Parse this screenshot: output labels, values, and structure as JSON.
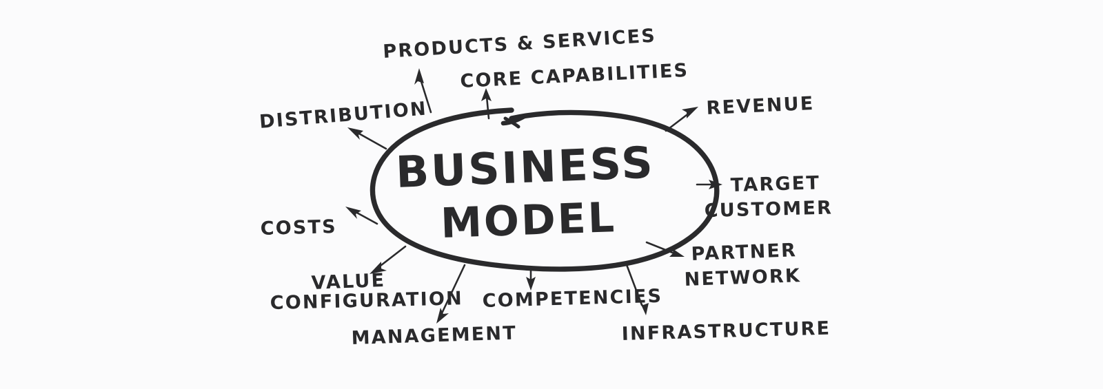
{
  "diagram": {
    "title": "Business Model",
    "type": "hand-drawn-mind-map",
    "ink_color": "#2a2a2c",
    "background_color": "#fbfbfc",
    "center": {
      "line1": "BUSINESS",
      "line2": "MODEL"
    },
    "labels": [
      {
        "id": "products-services",
        "text": "PRODUCTS & SERVICES",
        "lines": [
          "PRODUCTS & SERVICES"
        ]
      },
      {
        "id": "core-capabilities",
        "text": "CORE CAPABILITIES",
        "lines": [
          "CORE CAPABILITIES"
        ]
      },
      {
        "id": "distribution",
        "text": "DISTRIBUTION",
        "lines": [
          "DISTRIBUTION"
        ]
      },
      {
        "id": "revenue",
        "text": "REVENUE",
        "lines": [
          "REVENUE"
        ]
      },
      {
        "id": "target-customer",
        "text": "TARGET CUSTOMER",
        "lines": [
          "TARGET",
          "CUSTOMER"
        ]
      },
      {
        "id": "costs",
        "text": "COSTS",
        "lines": [
          "COSTS"
        ]
      },
      {
        "id": "partner-network",
        "text": "PARTNER NETWORK",
        "lines": [
          "PARTNER",
          "NETWORK"
        ]
      },
      {
        "id": "value-configuration",
        "text": "VALUE CONFIGURATION",
        "lines": [
          "VALUE",
          "CONFIGURATION"
        ]
      },
      {
        "id": "competencies",
        "text": "COMPETENCIES",
        "lines": [
          "COMPETENCIES"
        ]
      },
      {
        "id": "management",
        "text": "MANAGEMENT",
        "lines": [
          "MANAGEMENT"
        ]
      },
      {
        "id": "infrastructure",
        "text": "INFRASTRUCTURE",
        "lines": [
          "INFRASTRUCTURE"
        ]
      }
    ],
    "text": {
      "products_services": "PRODUCTS & SERVICES",
      "core_capabilities": "CORE CAPABILITIES",
      "distribution": "DISTRIBUTION",
      "revenue": "REVENUE",
      "target_line1": "TARGET",
      "target_line2": "CUSTOMER",
      "costs": "COSTS",
      "partner_line1": "PARTNER",
      "partner_line2": "NETWORK",
      "value_line1": "VALUE",
      "value_line2": "CONFIGURATION",
      "competencies": "COMPETENCIES",
      "management": "MANAGEMENT",
      "infrastructure": "INFRASTRUCTURE",
      "center_line1": "BUSINESS",
      "center_line2": "MODEL"
    }
  }
}
